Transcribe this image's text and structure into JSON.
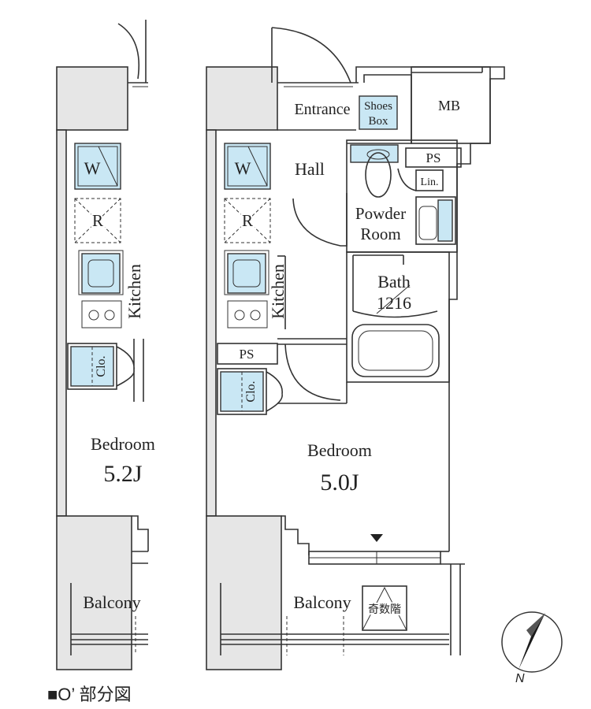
{
  "left_unit": {
    "rooms": {
      "washer": "W",
      "fridge": "R",
      "kitchen": "Kitchen",
      "closet": "Clo.",
      "bedroom": "Bedroom",
      "bedroom_size": "5.2J",
      "balcony": "Balcony"
    }
  },
  "main_unit": {
    "rooms": {
      "entrance": "Entrance",
      "shoes_box_line1": "Shoes",
      "shoes_box_line2": "Box",
      "mb": "MB",
      "ps_top": "PS",
      "linen": "Lin.",
      "hall": "Hall",
      "washer": "W",
      "fridge": "R",
      "kitchen": "Kitchen",
      "powder_room_line1": "Powder",
      "powder_room_line2": "Room",
      "bath": "Bath",
      "bath_size": "1216",
      "ps_mid": "PS",
      "closet": "Clo.",
      "bedroom": "Bedroom",
      "bedroom_size": "5.0J",
      "balcony": "Balcony",
      "emergency_ladder": "奇数階"
    }
  },
  "compass": {
    "label": "N"
  },
  "caption": {
    "text": "■O’ 部分図"
  },
  "colors": {
    "fixture_blue": "#c9e7f4",
    "wall_gray": "#e6e6e6",
    "line": "#333333"
  }
}
